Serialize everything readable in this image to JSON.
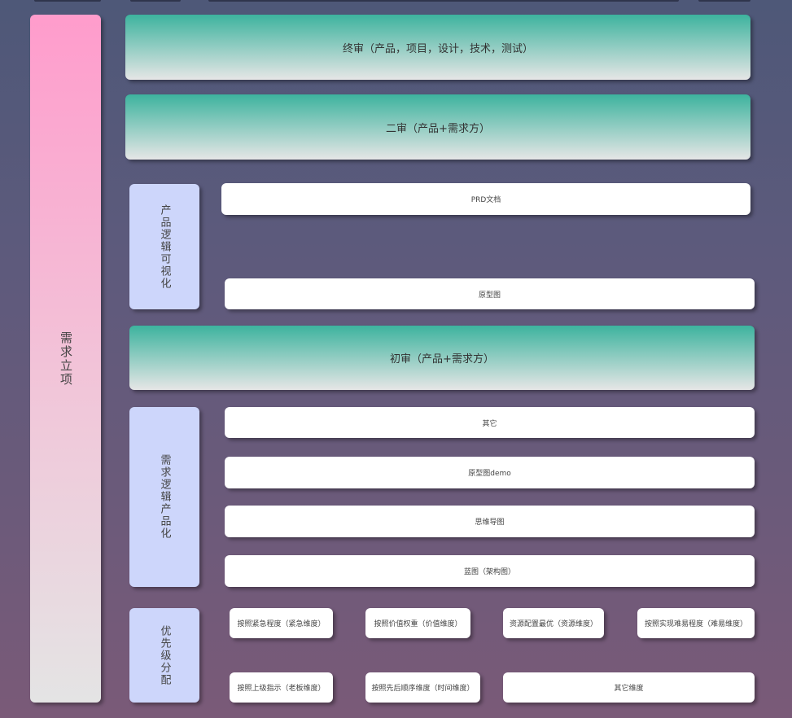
{
  "root": {
    "label": "需求立项"
  },
  "stages": {
    "final_review": "终审（产品，项目，设计，技术，测试）",
    "second_review": "二审（产品+需求方）",
    "first_review": "初审（产品+需求方）"
  },
  "groups": {
    "visualization": {
      "label": "产品逻辑可视化",
      "items": [
        "PRD文档",
        "原型图"
      ]
    },
    "productization": {
      "label": "需求逻辑产品化",
      "items": [
        "其它",
        "原型图demo",
        "思维导图",
        "蓝图（架构图）"
      ]
    },
    "priority": {
      "label": "优先级分配",
      "items": [
        "按照紧急程度（紧急维度）",
        "按照价值权重（价值维度）",
        "资源配置最优（资源维度）",
        "按照实现难易程度（难易维度）",
        "按照上级指示（老板维度）",
        "按照先后顺序维度（时间维度）",
        "其它维度"
      ]
    }
  },
  "colors": {
    "root_top": "#ff9ccc",
    "stage_top": "#3db39e",
    "category": "#cdd6fb",
    "item": "#ffffff"
  }
}
